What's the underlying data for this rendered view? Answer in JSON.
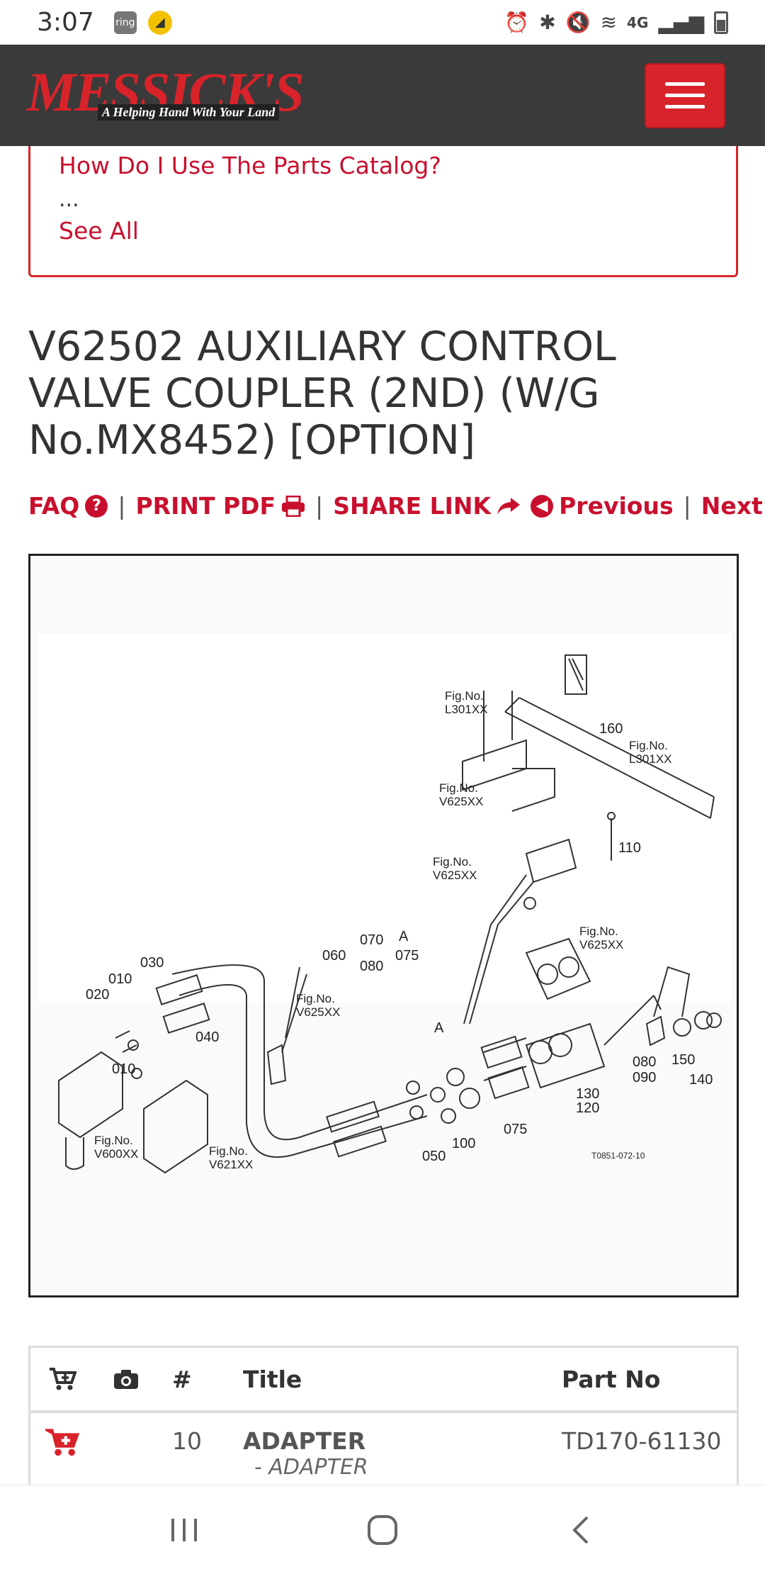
{
  "status_bar": {
    "time": "3:07",
    "ring_label": "ring",
    "network": "4G",
    "icons": [
      "alarm-icon",
      "bluetooth-icon",
      "mute-icon",
      "wifi-icon",
      "signal-icon",
      "battery-icon"
    ]
  },
  "header": {
    "logo_text": "MESSICK'S",
    "logo_tagline": "A Helping Hand With Your Land",
    "menu_button": "menu"
  },
  "faq": {
    "link": "How Do I Use The Parts Catalog?",
    "ellipsis": "...",
    "see_all": "See All"
  },
  "page": {
    "title": "V62502 AUXILIARY CONTROL VALVE COUPLER (2ND) (W/G No.MX8452) [OPTION]"
  },
  "actions": {
    "faq": "FAQ",
    "print_pdf": "PRINT PDF",
    "share_link": "SHARE LINK",
    "previous": "Previous",
    "next": "Next",
    "separator": "|"
  },
  "diagram": {
    "labels": {
      "fig_l301_1": "Fig.No.",
      "fig_l301_1b": "L301XX",
      "fig_l301_2": "Fig.No.",
      "fig_l301_2b": "L301XX",
      "fig_v625_1": "Fig.No.",
      "fig_v625_1b": "V625XX",
      "fig_v625_2": "Fig.No.",
      "fig_v625_2b": "V625XX",
      "fig_v625_3": "Fig.No.",
      "fig_v625_3b": "V625XX",
      "fig_v625_4": "Fig.No.",
      "fig_v625_4b": "V625XX",
      "fig_v600": "Fig.No.",
      "fig_v600b": "V600XX",
      "fig_v621": "Fig.No.",
      "fig_v621b": "V621XX",
      "p160": "160",
      "p110": "110",
      "p070": "070",
      "p060": "060",
      "p080a": "080",
      "p075a": "075",
      "pA1": "A",
      "pA2": "A",
      "p030": "030",
      "p010a": "010",
      "p020": "020",
      "p040": "040",
      "p010b": "010",
      "p080b": "080",
      "p090": "090",
      "p150": "150",
      "p140": "140",
      "p130": "130",
      "p120": "120",
      "p075b": "075",
      "p100": "100",
      "p050": "050",
      "code": "T0851-072-10"
    }
  },
  "table": {
    "headers": {
      "num": "#",
      "title": "Title",
      "part_no": "Part No"
    },
    "rows": [
      {
        "num": "10",
        "title": "ADAPTER",
        "subtitle": "- ADAPTER",
        "part_no": "TD170-61130"
      }
    ]
  },
  "nav": {
    "recents": "recents",
    "home": "home",
    "back": "back"
  }
}
